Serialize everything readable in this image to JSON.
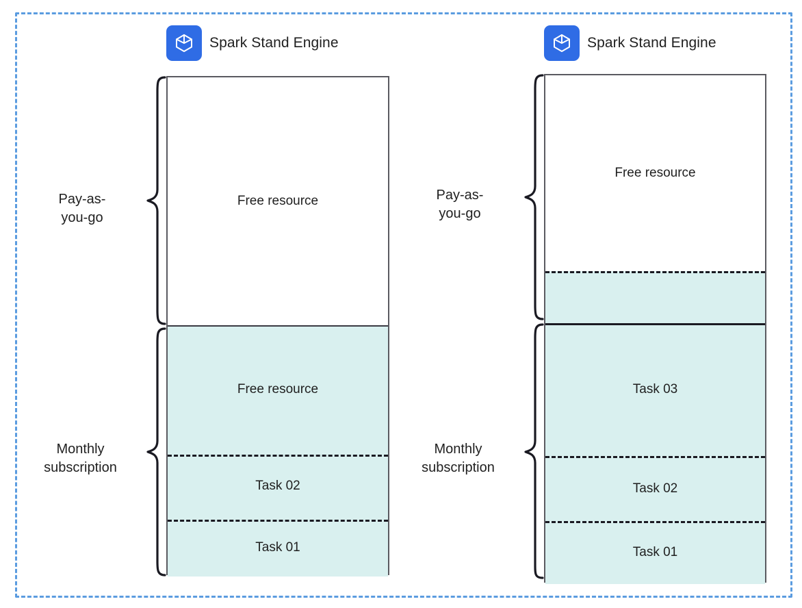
{
  "diagram": {
    "title_visible": false,
    "frame": {
      "style": "dashed",
      "color": "#5b9ce0"
    },
    "fill_color": "#d9f0ef",
    "accent_color": "#2f6ce5",
    "line_color": "#1a1a22"
  },
  "columns": [
    {
      "id": "before",
      "header": {
        "icon": "cube-icon",
        "label": "Spark Stand Engine"
      },
      "groups": [
        {
          "id": "payg",
          "label": "Pay-as-\nyou-go"
        },
        {
          "id": "monthly",
          "label": "Monthly\nsubscription"
        }
      ],
      "segments": [
        {
          "id": "payg-free",
          "label": "Free resource",
          "filled": false
        },
        {
          "id": "monthly-free",
          "label": "Free resource",
          "filled": true
        },
        {
          "id": "task-02",
          "label": "Task 02",
          "filled": true
        },
        {
          "id": "task-01",
          "label": "Task 01",
          "filled": true
        }
      ]
    },
    {
      "id": "after",
      "header": {
        "icon": "cube-icon",
        "label": "Spark Stand Engine"
      },
      "groups": [
        {
          "id": "payg",
          "label": "Pay-as-\nyou-go"
        },
        {
          "id": "monthly",
          "label": "Monthly\nsubscription"
        }
      ],
      "segments": [
        {
          "id": "payg-free",
          "label": "Free resource",
          "filled": false
        },
        {
          "id": "payg-overflow",
          "label": "",
          "filled": true
        },
        {
          "id": "task-03",
          "label": "Task 03",
          "filled": true
        },
        {
          "id": "task-02",
          "label": "Task 02",
          "filled": true
        },
        {
          "id": "task-01",
          "label": "Task 01",
          "filled": true
        }
      ]
    }
  ]
}
